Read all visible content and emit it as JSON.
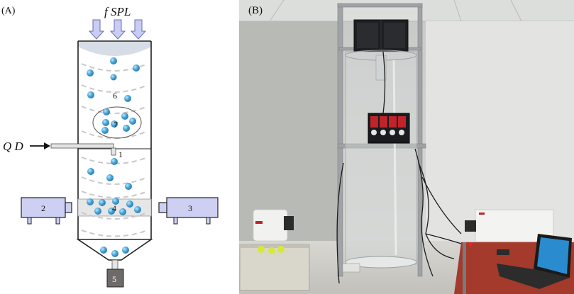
{
  "panel_a": {
    "label": "(A)",
    "top_label": "f SPL",
    "side_label": "Q D",
    "numbers": [
      "1",
      "2",
      "3",
      "4",
      "5",
      "6",
      "7"
    ]
  },
  "panel_b": {
    "label": "(B)"
  },
  "colors": {
    "particle": "#4aa6d8",
    "device_fill": "#cdd0f2",
    "arrow_fill": "#c9ccf4",
    "outlet": "#6e6a6a",
    "table_top": "#a33a2c"
  }
}
